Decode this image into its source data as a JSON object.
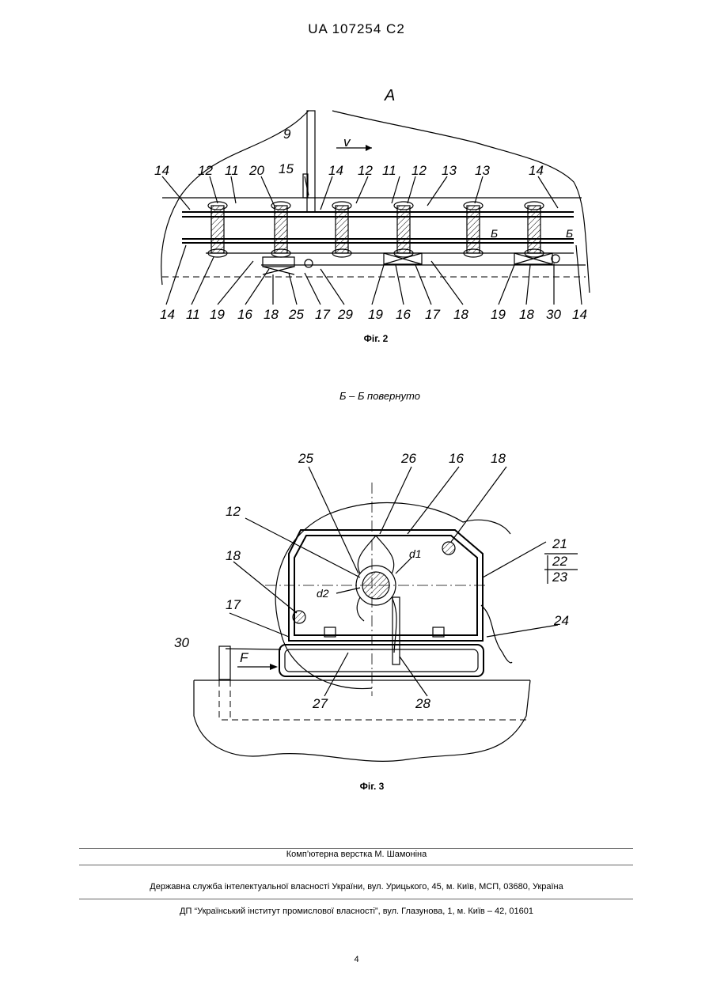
{
  "header": {
    "patent_number": "UA   107254   C2"
  },
  "figure2": {
    "view_letter": "A",
    "caption": "Фіг. 2",
    "labels_top": [
      "9",
      "v",
      "15",
      "14",
      "12",
      "11",
      "20",
      "14",
      "12",
      "11",
      "12",
      "13",
      "13",
      "14"
    ],
    "labels_bottom": [
      "14",
      "11",
      "19",
      "16",
      "18",
      "25",
      "17",
      "29",
      "19",
      "16",
      "17",
      "18",
      "19",
      "18",
      "30",
      "14"
    ],
    "section_marks": [
      "Б",
      "Б"
    ]
  },
  "figure3": {
    "section_title": "Б – Б повернуто",
    "caption": "Фіг. 3",
    "labels": [
      "25",
      "26",
      "16",
      "18",
      "12",
      "21",
      "22",
      "23",
      "18",
      "d1",
      "d2",
      "24",
      "17",
      "30",
      "F",
      "27",
      "28"
    ]
  },
  "footer": {
    "layout": "Комп’ютерна верстка М. Шамоніна",
    "agency": "Державна служба інтелектуальної власності України, вул. Урицького, 45, м. Київ, МСП, 03680, Україна",
    "institute": "ДП “Український інститут промислової власності”, вул. Глазунова, 1, м. Київ – 42, 01601"
  },
  "page_number": "4"
}
